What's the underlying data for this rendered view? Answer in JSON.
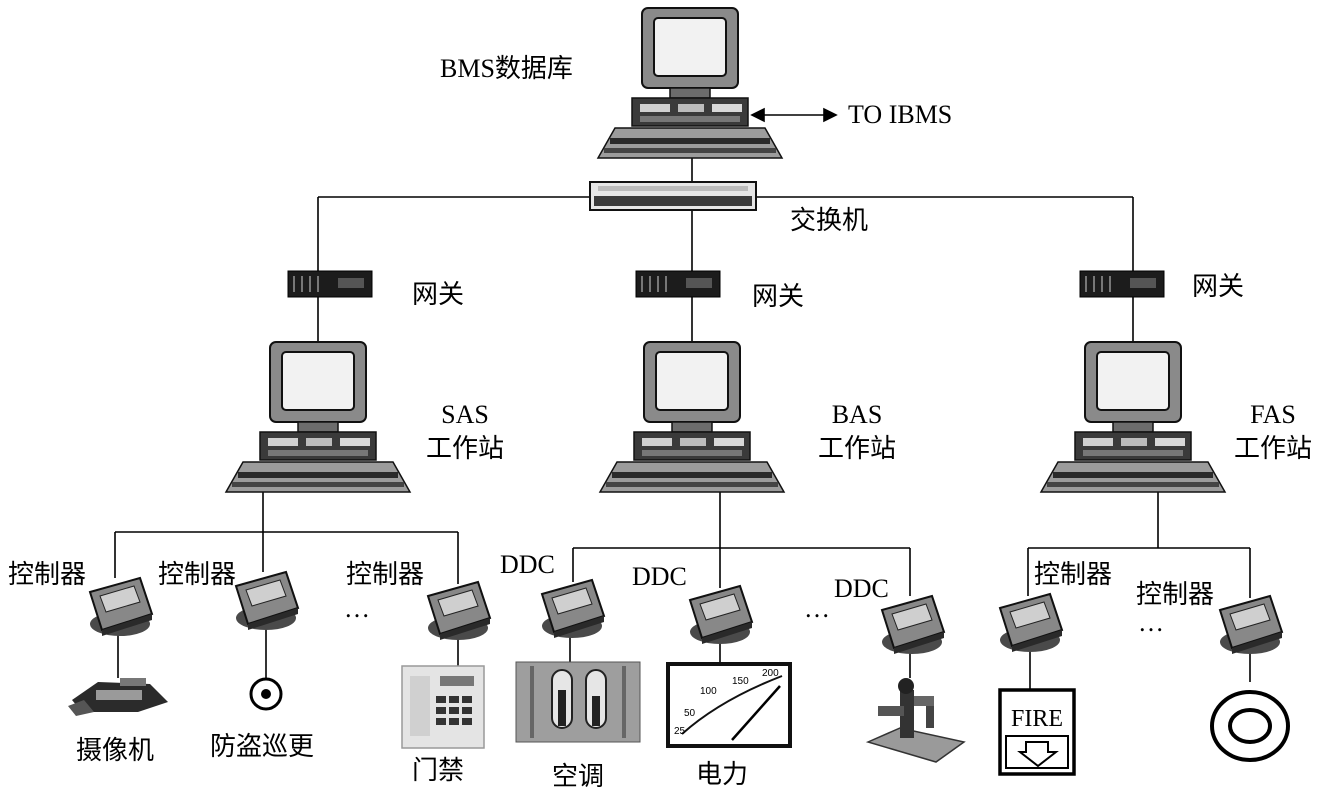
{
  "top": {
    "server_label": "BMS数据库",
    "ibms_label": "TO IBMS",
    "switch_label": "交换机"
  },
  "gateways": {
    "label": "网关"
  },
  "stations": [
    {
      "line1": "SAS",
      "line2": "工作站"
    },
    {
      "line1": "BAS",
      "line2": "工作站"
    },
    {
      "line1": "FAS",
      "line2": "工作站"
    }
  ],
  "controllers": {
    "ctrl_label": "控制器",
    "ddc_label": "DDC",
    "ellipsis": "…"
  },
  "devices": {
    "camera": "摄像机",
    "patrol": "防盗巡更",
    "access": "门禁",
    "hvac": "空调",
    "power": "电力",
    "fire_text": "FIRE",
    "gauge_ticks": [
      "100",
      "150",
      "200",
      "50",
      "25"
    ]
  }
}
